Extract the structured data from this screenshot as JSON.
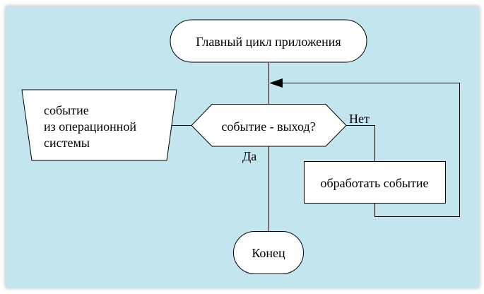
{
  "nodes": {
    "start": "Главный цикл приложения",
    "input_lines": [
      "событие",
      "из операционной",
      "системы"
    ],
    "decision": "событие - выход?",
    "process": "обработать событие",
    "end": "Конец"
  },
  "labels": {
    "no": "Нет",
    "yes": "Да"
  },
  "colors": {
    "background": "#c3e6ee"
  }
}
